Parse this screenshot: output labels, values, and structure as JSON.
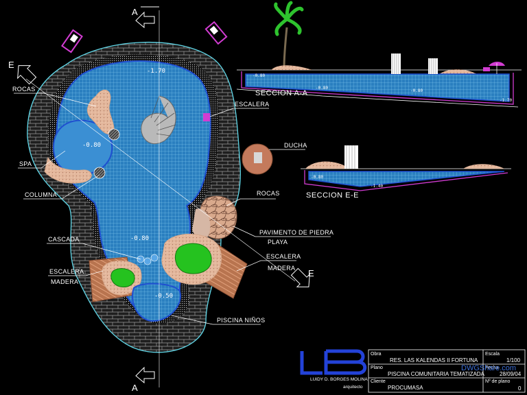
{
  "labels": {
    "rocas_left": "ROCAS",
    "spa": "SPA",
    "columna": "COLUMNA",
    "cascada": "CASCADA",
    "escalera_left": "ESCALERA",
    "madera_left": "MADERA",
    "escalera_top": "ESCALERA",
    "ducha": "DUCHA",
    "rocas_right": "ROCAS",
    "pavimento": "PAVIMENTO DE PIEDRA",
    "playa": "PLAYA",
    "escalera_right": "ESCALERA",
    "madera_right": "MADERA",
    "piscina_ninos": "PISCINA NIÑOS"
  },
  "depths": {
    "top": "-1.70",
    "spa": "-0.80",
    "mid": "-0.80",
    "kids": "-0.50"
  },
  "section_marks": {
    "a_top": "A",
    "a_bottom": "A",
    "e_left": "E",
    "e_right": "E"
  },
  "sections": {
    "aa_title": "SECCION A-A",
    "ee_title": "SECCION E-E",
    "aa_d1": "-0.80",
    "aa_d2": "-0.80",
    "aa_d3": "-0.80",
    "aa_d4": "-1.70",
    "ee_d1": "-0.80",
    "ee_d2": "-1.40"
  },
  "title_block": {
    "obra_label": "Obra",
    "obra_value": "RES. LAS KALENDAS II FORTUNA",
    "plano_label": "Plano",
    "plano_value": "PISCINA COMUNITARIA TEMATIZADA",
    "cliente_label": "Cliente",
    "cliente_value": "PROCUMASA",
    "escala_label": "Escala",
    "escala_value": "1/100",
    "fecha_label": "Fecha",
    "fecha_value": "28/09/04",
    "nplano_label": "Nº de plano",
    "nplano_value": "0",
    "architect_name": "LUIDY D. BORGES MOLINA",
    "architect_title": "arquitecto",
    "logo_text": "LB",
    "watermark": "DWGShare.com"
  },
  "colors": {
    "water": "#2f86c8",
    "grid": "#7fd0f0",
    "brick": "#5a5a5a",
    "sand": "#e7b89a",
    "grass": "#27c427",
    "wood": "#c47f5a",
    "outline_cyan": "#5fd7e8",
    "magenta": "#d23cd2",
    "logo_blue": "#2342d8"
  }
}
